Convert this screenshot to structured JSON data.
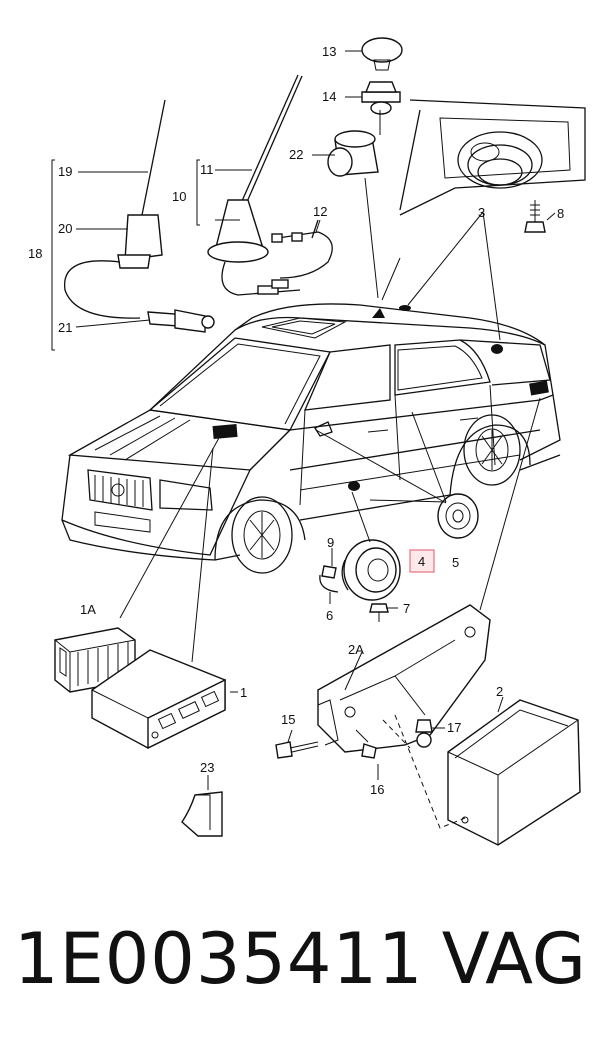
{
  "callouts": {
    "c1": "1",
    "c1A": "1A",
    "c2": "2",
    "c2A": "2A",
    "c3": "3",
    "c4": "4",
    "c5": "5",
    "c6": "6",
    "c7": "7",
    "c8": "8",
    "c9": "9",
    "c10": "10",
    "c11": "11",
    "c12": "12",
    "c13": "13",
    "c14": "14",
    "c15": "15",
    "c16": "16",
    "c17": "17",
    "c18": "18",
    "c19": "19",
    "c20": "20",
    "c21": "21",
    "c22": "22",
    "c23": "23"
  },
  "highlight": {
    "part": "4",
    "color": "#e05a6a"
  },
  "footer": {
    "part_number": "1E0035411",
    "brand": "VAG"
  }
}
